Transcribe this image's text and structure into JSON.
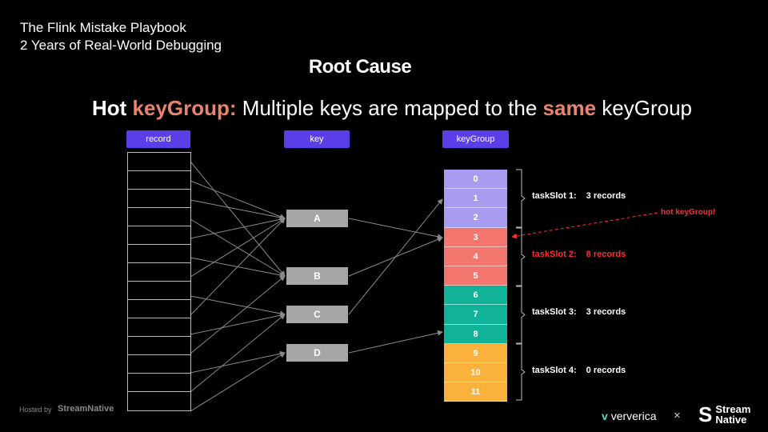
{
  "header": {
    "series_line1": "The Flink Mistake Playbook",
    "series_line2": "2 Years of Real-World Debugging",
    "slide_title": "Root Cause"
  },
  "headline": {
    "part1": "Hot ",
    "part2": "keyGroup:",
    "part3": " Multiple keys are mapped to the ",
    "part4": "same",
    "part5": " keyGroup"
  },
  "columns": {
    "record": "record",
    "key": "key",
    "keygroup": "keyGroup"
  },
  "record_count": 14,
  "keys": [
    "A",
    "B",
    "C",
    "D"
  ],
  "keygroups": [
    {
      "label": "0",
      "color": "#a89cf0"
    },
    {
      "label": "1",
      "color": "#a89cf0"
    },
    {
      "label": "2",
      "color": "#a89cf0"
    },
    {
      "label": "3",
      "color": "#f2766e"
    },
    {
      "label": "4",
      "color": "#f2766e"
    },
    {
      "label": "5",
      "color": "#f2766e"
    },
    {
      "label": "6",
      "color": "#10b39a"
    },
    {
      "label": "7",
      "color": "#10b39a"
    },
    {
      "label": "8",
      "color": "#10b39a"
    },
    {
      "label": "9",
      "color": "#fbb23c"
    },
    {
      "label": "10",
      "color": "#fbb23c"
    },
    {
      "label": "11",
      "color": "#fbb23c"
    }
  ],
  "slots": [
    {
      "name": "taskSlot 1:",
      "count": "3 records"
    },
    {
      "name": "taskSlot 2:",
      "count": "8 records"
    },
    {
      "name": "taskSlot 3:",
      "count": "3 records"
    },
    {
      "name": "taskSlot 4:",
      "count": "0 records"
    }
  ],
  "hot_note": "hot keyGroup!",
  "footer": {
    "hosted_by": "Hosted by",
    "hosted_logo": "StreamNative",
    "ververica": "ververica",
    "times": "×",
    "sn_line1": "Stream",
    "sn_line2": "Native"
  },
  "colors": {
    "accent": "#e8836f",
    "header_box": "#5b3ee8",
    "hot": "#ff2d2d"
  }
}
